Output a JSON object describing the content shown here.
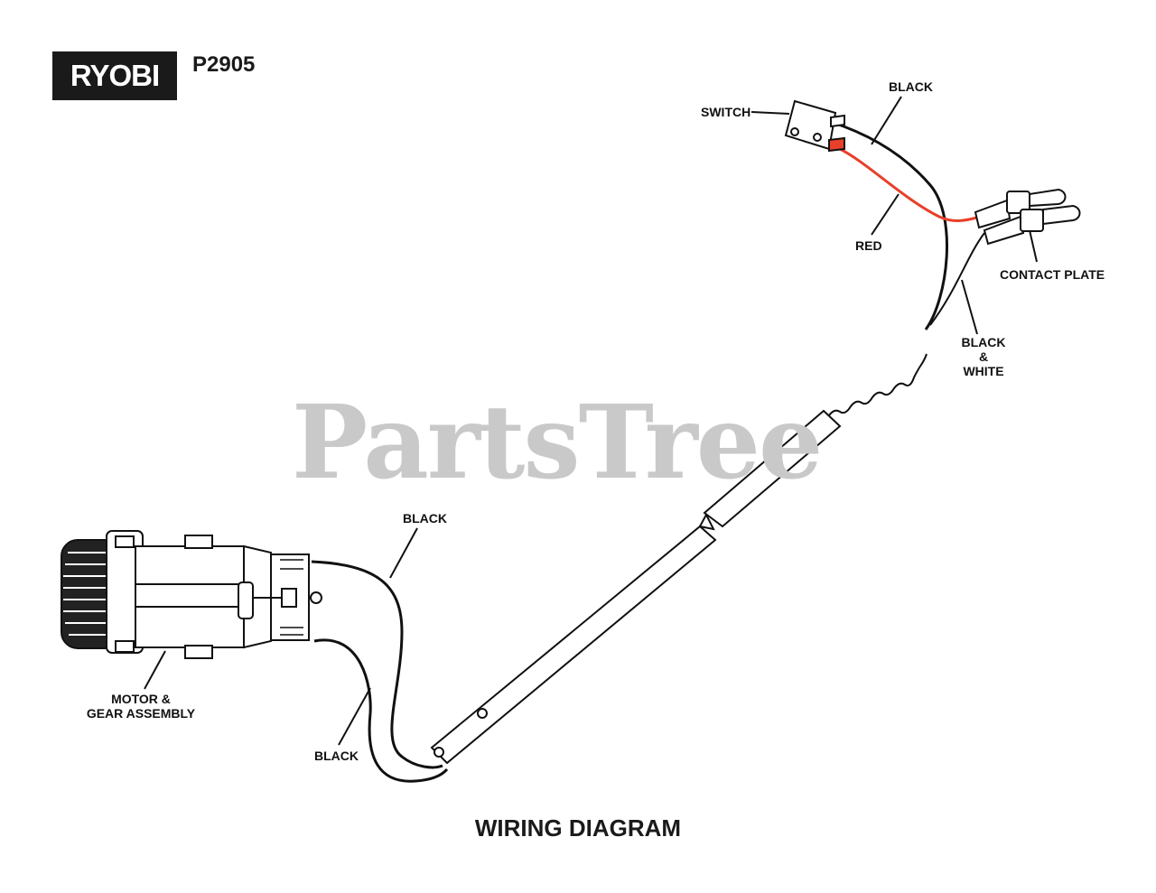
{
  "brand": {
    "logo": "RYOBI",
    "model": "P2905"
  },
  "watermark": "PartsTree",
  "labels": {
    "switch": "SWITCH",
    "black_top": "BLACK",
    "red": "RED",
    "contact_plate": "CONTACT PLATE",
    "black_white_1": "BLACK",
    "black_white_2": "&",
    "black_white_3": "WHITE",
    "black_mid": "BLACK",
    "motor_1": "MOTOR &",
    "motor_2": "GEAR ASSEMBLY",
    "black_bottom": "BLACK"
  },
  "title": "WIRING DIAGRAM",
  "colors": {
    "wire_black": "#111111",
    "wire_red": "#e8402a",
    "watermark": "#c9c9c9"
  }
}
